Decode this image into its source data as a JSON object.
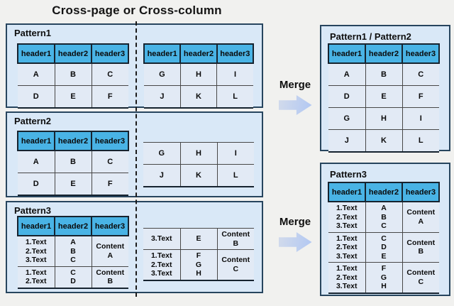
{
  "title": "Cross-page or Cross-column",
  "headers": [
    "header1",
    "header2",
    "header3"
  ],
  "source_panels": [
    {
      "label": "Pattern1",
      "left_table": {
        "has_header": true,
        "rows": [
          [
            "A",
            "B",
            "C"
          ],
          [
            "D",
            "E",
            "F"
          ]
        ]
      },
      "right_table": {
        "has_header": true,
        "rows": [
          [
            "G",
            "H",
            "I"
          ],
          [
            "J",
            "K",
            "L"
          ]
        ]
      }
    },
    {
      "label": "Pattern2",
      "left_table": {
        "has_header": true,
        "rows": [
          [
            "A",
            "B",
            "C"
          ],
          [
            "D",
            "E",
            "F"
          ]
        ]
      },
      "right_table": {
        "has_header": false,
        "rows": [
          [
            "G",
            "H",
            "I"
          ],
          [
            "J",
            "K",
            "L"
          ]
        ]
      }
    },
    {
      "label": "Pattern3",
      "left_table": {
        "has_header": true,
        "rows": [
          [
            "1.Text\n2.Text\n3.Text",
            "A\nB\nC",
            "Content\nA"
          ],
          [
            "1.Text\n2.Text",
            "C\nD",
            "Content\nB"
          ]
        ]
      },
      "right_table": {
        "has_header": false,
        "rows": [
          [
            "3.Text",
            "E",
            "Content\nB"
          ],
          [
            "1.Text\n2.Text\n3.Text",
            "F\nG\nH",
            "Content\nC"
          ]
        ]
      }
    }
  ],
  "merged_panels": [
    {
      "label": "Pattern1 / Pattern2",
      "table": {
        "has_header": true,
        "rows": [
          [
            "A",
            "B",
            "C"
          ],
          [
            "D",
            "E",
            "F"
          ],
          [
            "G",
            "H",
            "I"
          ],
          [
            "J",
            "K",
            "L"
          ]
        ]
      }
    },
    {
      "label": "Pattern3",
      "table": {
        "has_header": true,
        "rows": [
          [
            "1.Text\n2.Text\n3.Text",
            "A\nB\nC",
            "Content\nA"
          ],
          [
            "1.Text\n2.Text\n3.Text",
            "C\nD\nE",
            "Content\nB"
          ],
          [
            "1.Text\n2.Text\n3.Text",
            "F\nG\nH",
            "Content\nC"
          ]
        ]
      }
    }
  ],
  "merge_arrows": [
    {
      "label": "Merge"
    },
    {
      "label": "Merge"
    }
  ],
  "colors": {
    "background": "#f1f1ef",
    "panel_fill": "#d9e8f7",
    "panel_border": "#27455e",
    "header_fill": "#49b3e5",
    "cell_fill": "#e2eaf5",
    "line": "#1b1b1b",
    "arrow_start": "#cfd9ec",
    "arrow_end": "#b4c9f2"
  }
}
